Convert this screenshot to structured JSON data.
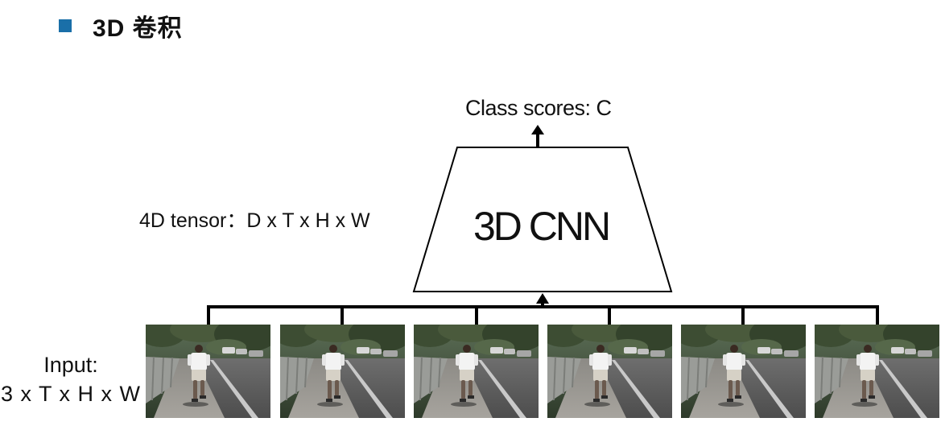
{
  "title": {
    "text": "3D 卷积",
    "bullet_color": "#1a6fa8"
  },
  "diagram": {
    "output_label": "Class scores: C",
    "network_label": "3D CNN",
    "tensor_label": "4D tensor：D x T x H x W",
    "input_label_line1": "Input:",
    "input_label_line2": "3 x T x H x W",
    "frame_count": 6,
    "frame_scene": "person-running-on-sidewalk-photo"
  }
}
